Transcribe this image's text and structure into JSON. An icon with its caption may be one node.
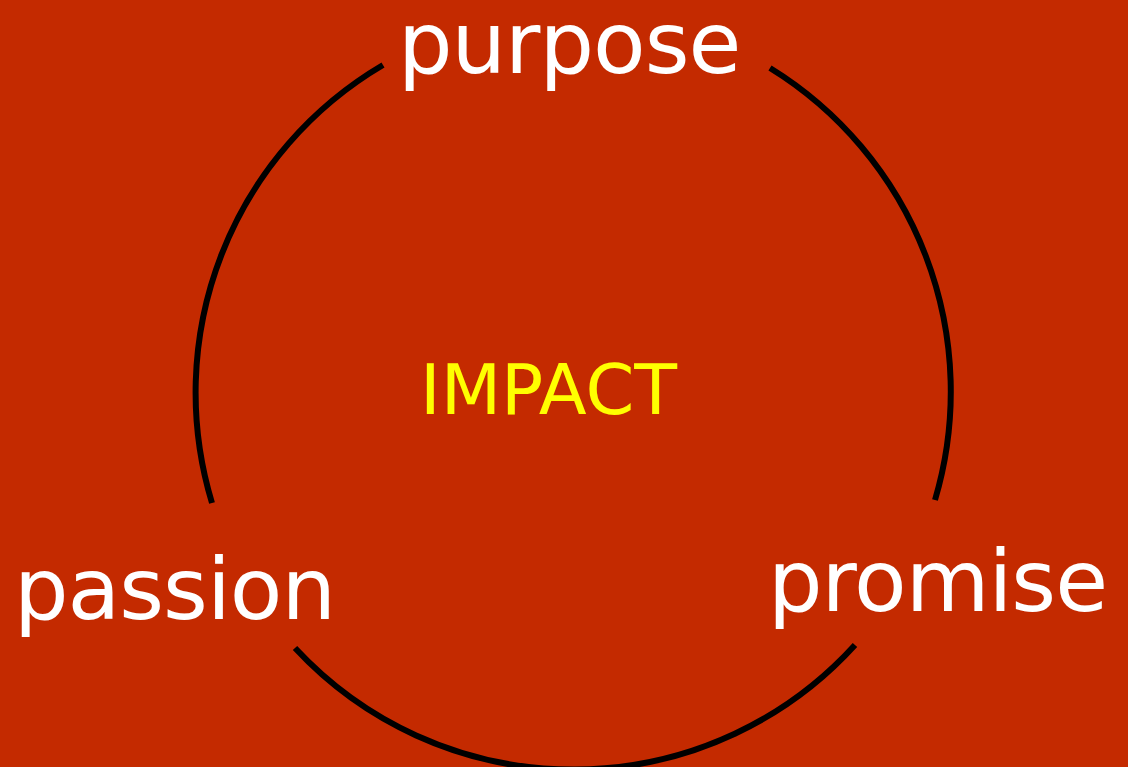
{
  "diagram": {
    "nodes": [
      {
        "text": [
          "purpose"
        ]
      },
      {
        "text": [
          "promise"
        ]
      },
      {
        "text": [
          "passion"
        ]
      }
    ],
    "edges": [
      {
        "from": 0,
        "to": 1,
        "arrow": "none"
      },
      {
        "from": 1,
        "to": 2,
        "arrow": "none"
      },
      {
        "from": 2,
        "to": 0,
        "arrow": "none"
      }
    ],
    "labels": [
      "IMPACT"
    ]
  }
}
